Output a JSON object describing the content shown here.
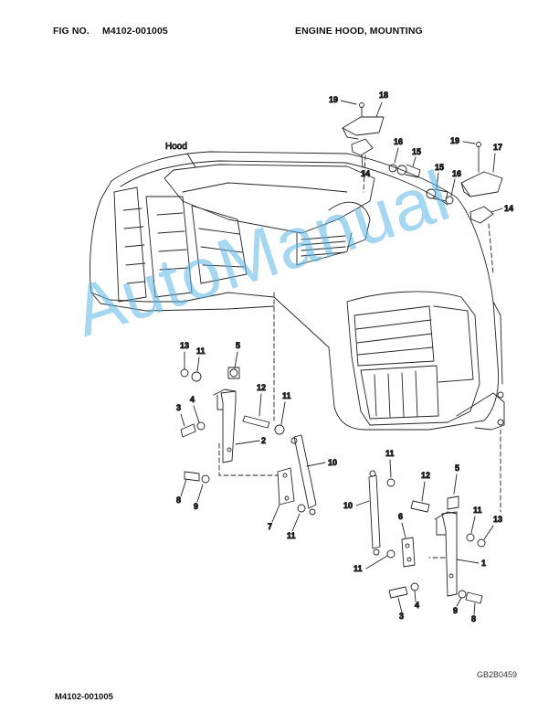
{
  "header": {
    "fig_label": "FIG NO.",
    "fig_number": "M4102-001005",
    "title": "ENGINE HOOD, MOUNTING"
  },
  "footer": {
    "fig_number": "M4102-001005",
    "image_code": "GB2B0459"
  },
  "watermark": "AutoManual",
  "diagram": {
    "hood_label": "Hood",
    "callouts": {
      "c19a": "19",
      "c18": "18",
      "c14a": "14",
      "c16a": "16",
      "c15a": "15",
      "c19b": "19",
      "c17": "17",
      "c15b": "15",
      "c16b": "16",
      "c14b": "14",
      "c13a": "13",
      "c11a": "11",
      "c5a": "5",
      "c4a": "4",
      "c3a": "3",
      "c12a": "12",
      "c11b": "11",
      "c2": "2",
      "c10a": "10",
      "c8a": "8",
      "c9a": "9",
      "c7": "7",
      "c11c": "11",
      "c11d": "11",
      "c12b": "12",
      "c5b": "5",
      "c10b": "10",
      "c6": "6",
      "c11e": "11",
      "c13b": "13",
      "c1": "1",
      "c11f": "11",
      "c4b": "4",
      "c3b": "3",
      "c9b": "9",
      "c8b": "8"
    }
  }
}
